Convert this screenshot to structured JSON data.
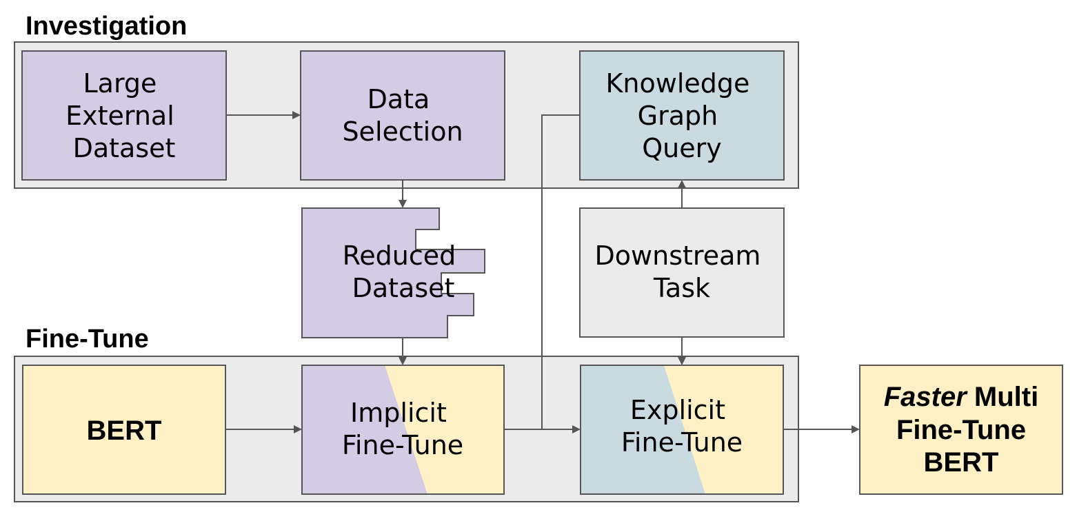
{
  "groups": {
    "investigation": {
      "title": "Investigation"
    },
    "fine_tune": {
      "title": "Fine-Tune"
    }
  },
  "nodes": {
    "large_external_dataset": {
      "lines": [
        "Large",
        "External",
        "Dataset"
      ]
    },
    "data_selection": {
      "lines": [
        "Data",
        "Selection"
      ]
    },
    "knowledge_graph_query": {
      "lines": [
        "Knowledge",
        "Graph",
        "Query"
      ]
    },
    "reduced_dataset": {
      "lines": [
        "Reduced",
        "Dataset"
      ]
    },
    "downstream_task": {
      "lines": [
        "Downstream",
        "Task"
      ]
    },
    "bert": {
      "lines": [
        "BERT"
      ]
    },
    "implicit_fine_tune": {
      "lines": [
        "Implicit",
        "Fine-Tune"
      ]
    },
    "explicit_fine_tune": {
      "lines": [
        "Explicit",
        "Fine-Tune"
      ]
    },
    "faster_multi_fine_tune_bert": {
      "line1_italic": "Faster",
      "line1_rest": " Multi",
      "line2": "Fine-Tune",
      "line3": "BERT"
    }
  },
  "colors": {
    "group_fill": "#ebebeb",
    "purple": "#d4cbe5",
    "blue_gray": "#c9dbe0",
    "yellow": "#fff0c6",
    "gray": "#ebebeb",
    "stroke": "#555555"
  }
}
